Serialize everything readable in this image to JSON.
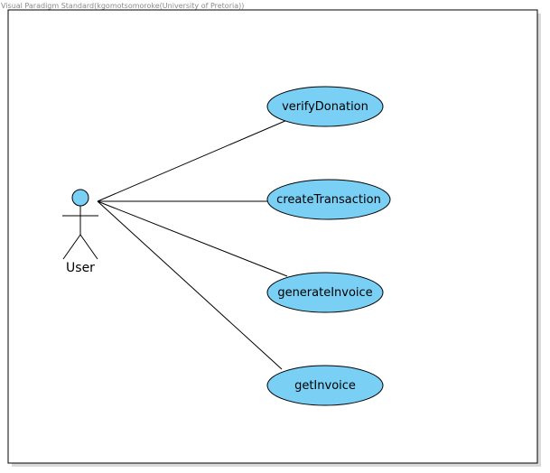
{
  "watermark": "Visual Paradigm Standard(kgomotsomoroke(University of Pretoria))",
  "actor": {
    "label": "User"
  },
  "use_cases": [
    {
      "label": "verifyDonation"
    },
    {
      "label": "createTransaction"
    },
    {
      "label": "generateInvoice"
    },
    {
      "label": "getInvoice"
    }
  ],
  "colors": {
    "use_case_fill": "#7ACFF5",
    "actor_head_fill": "#7ACFF5",
    "stroke": "#000000",
    "frame": "#000000"
  }
}
